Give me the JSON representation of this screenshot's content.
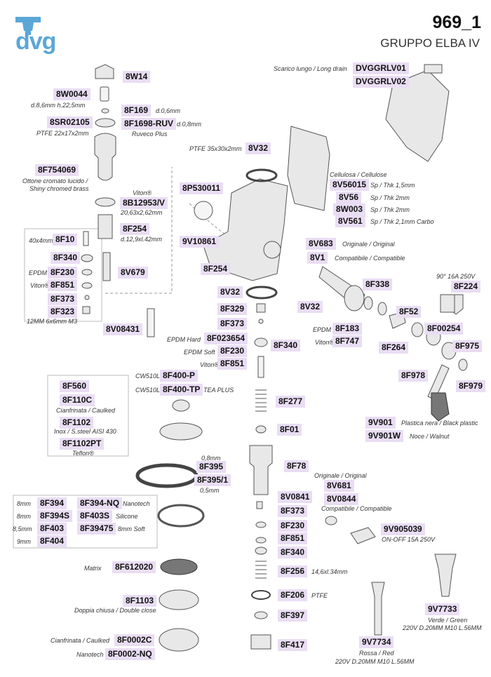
{
  "header": {
    "code": "969_1",
    "name": "GRUPPO ELBA IV",
    "logo_text": "dvg"
  },
  "parts": {
    "p8W14": "8W14",
    "p8W0044": "8W0044",
    "n8W0044": "d.8,6mm h.22,5mm",
    "p8F169": "8F169",
    "n8F169": "d.0,6mm",
    "p8SR02105": "8SR02105",
    "n8SR02105": "PTFE 22x17x2mm",
    "p8F1698": "8F1698-RUV",
    "n8F1698": "d.0,8mm",
    "n8F1698b": "Ruveco Plus",
    "p8F754069": "8F754069",
    "n8F754069a": "Ottone cromato lucido /",
    "n8F754069b": "Shiny chromed brass",
    "n8B12953a": "Viton®",
    "p8B12953": "8B12953/V",
    "n8B12953": "20,63x2,62mm",
    "p8F254a": "8F254",
    "n8F254": "d.12,9xl.42mm",
    "p8P530011": "8P530011",
    "n8V32a": "PTFE 35x30x2mm",
    "p8V32a": "8V32",
    "n8V10": "40x4mm",
    "p8F10": "8F10",
    "p8F340a": "8F340",
    "n8F230": "EPDM",
    "p8F230a": "8F230",
    "p8V679": "8V679",
    "n8F851": "Viton®",
    "p8F851a": "8F851",
    "p8F373a": "8F373",
    "p8F323": "8F323",
    "n8F323": "12MM 6x6mm M3",
    "p9V10861": "9V10861",
    "p8F254b": "8F254",
    "p8V32b": "8V32",
    "p8F329": "8F329",
    "p8F373b": "8F373",
    "p8V08431": "8V08431",
    "n8F023654": "EPDM Hard",
    "p8F023654": "8F023654",
    "n8F230b": "EPDM Soft",
    "p8F230b": "8F230",
    "n8F851b": "Viton®",
    "p8F851b": "8F851",
    "p8F340b": "8F340",
    "n8V56015a": "Cellulosa / Cellulose",
    "p8V56015": "8V56015",
    "n8V56015": "Sp / Thk 1,5mm",
    "p8V56": "8V56",
    "n8V56": "Sp / Thk 2mm",
    "p8W003": "8W003",
    "n8W003": "Sp / Thk 2mm",
    "p8V561": "8V561",
    "n8V561": "Sp / Thk 2,1mm Carbo",
    "p8V683": "8V683",
    "n8V683": "Originale / Original",
    "p8V1": "8V1",
    "n8V1": "Compatibile / Compatible",
    "n8F224": "90° 16A 250V",
    "p8F224": "8F224",
    "p8F338": "8F338",
    "p8V32c": "8V32",
    "p8F52": "8F52",
    "n8F183": "EPDM",
    "p8F183": "8F183",
    "p8F00254": "8F00254",
    "n8F747": "Viton®",
    "p8F747": "8F747",
    "p8F264": "8F264",
    "p8F975": "8F975",
    "p8F978": "8F978",
    "p8F979": "8F979",
    "p9V901": "9V901",
    "n9V901": "Plastica nera / Black plastic",
    "p9V901W": "9V901W",
    "n9V901W": "Noce / Walnut",
    "scarico": "Scarico lungo / Long drain",
    "pDVGGRLV01": "DVGGRLV01",
    "pDVGGRLV02": "DVGGRLV02",
    "p8F560": "8F560",
    "p8F110C": "8F110C",
    "n8F110C": "Cianfrinata / Caulked",
    "p8F1102": "8F1102",
    "n8F1102": "Inox / S.steel AISI 430",
    "p8F1102PT": "8F1102PT",
    "n8F1102PT": "Teflon®",
    "n8F400P": "CW510L",
    "p8F400P": "8F400-P",
    "n8F400TP": "CW510L",
    "p8F400TP": "8F400-TP",
    "n8F400TPb": "TEA PLUS",
    "p8F277": "8F277",
    "p8F01": "8F01",
    "n8F395": "0,8mm",
    "p8F395": "8F395",
    "p8F3951": "8F395/1",
    "n8F3951": "0,5mm",
    "p8F78": "8F78",
    "n8F394": "8mm",
    "p8F394": "8F394",
    "p8F394NQ": "8F394-NQ",
    "n8F394NQ": "Nanotech",
    "n8F394S": "8mm",
    "p8F394S": "8F394S",
    "p8F403S": "8F403S",
    "n8F403S": "Silicone",
    "n8F403": "8,5mm",
    "p8F403": "8F403",
    "p8F39475": "8F39475",
    "n8F39475": "8mm Soft",
    "n8F404": "9mm",
    "p8F404": "8F404",
    "n8V681": "Originale / Original",
    "p8V681": "8V681",
    "p8V0841": "8V0841",
    "p8V0844": "8V0844",
    "n8V0844": "Compatibile / Compatible",
    "p8F373c": "8F373",
    "p8F230c": "8F230",
    "p8F851c": "8F851",
    "p8F340c": "8F340",
    "p9V905039": "9V905039",
    "n9V905039": "ON-OFF 15A 250V",
    "n8F612020": "Matrix",
    "p8F612020": "8F612020",
    "p8F256": "8F256",
    "n8F256": "14,6xl.34mm",
    "p8F206": "8F206",
    "n8F206": "PTFE",
    "p8F1103": "8F1103",
    "n8F1103": "Doppia chiusa / Double close",
    "p8F397": "8F397",
    "p9V7733": "9V7733",
    "n9V7733a": "Verde / Green",
    "n9V7733b": "220V D.20MM M10 L.56MM",
    "n8F0002C": "Cianfrinata / Caulked",
    "p8F0002C": "8F0002C",
    "n8F0002NQ": "Nanotech",
    "p8F0002NQ": "8F0002-NQ",
    "p8F417": "8F417",
    "p9V7734": "9V7734",
    "n9V7734a": "Rossa / Red",
    "n9V7734b": "220V D.20MM M10 L.56MM"
  }
}
